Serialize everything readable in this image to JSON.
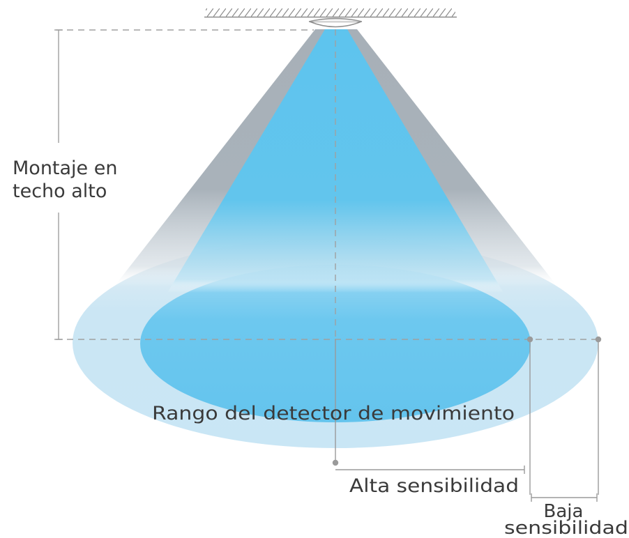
{
  "labels": {
    "mount_line1": "Montaje en",
    "mount_line2": "techo alto",
    "range": "Rango del detector de movimiento",
    "high_sensitivity": "Alta sensibilidad",
    "low_sensitivity_line1": "Baja",
    "low_sensitivity_line2": "sensibilidad"
  },
  "colors": {
    "outer_cone": "#a4aeb6",
    "inner_cone": "#5cc3ec",
    "outer_ellipse": "#cde7f4",
    "inner_ellipse": "#68c6ee",
    "guide_line": "#9a9a9a",
    "text": "#3a3a3a"
  },
  "icons": [
    "ceiling-hatch-icon",
    "sensor-dome-icon"
  ]
}
